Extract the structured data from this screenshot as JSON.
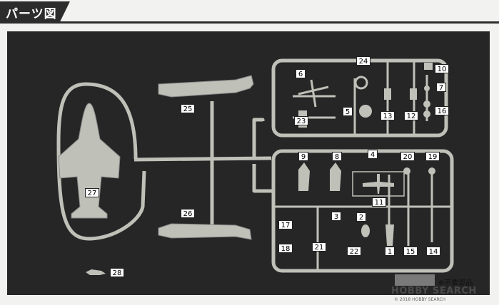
{
  "header": {
    "title": "パーツ図"
  },
  "parts": [
    {
      "id": "p1",
      "number": "1"
    },
    {
      "id": "p2",
      "number": "2"
    },
    {
      "id": "p3",
      "number": "3"
    },
    {
      "id": "p4",
      "number": "4"
    },
    {
      "id": "p5",
      "number": "5"
    },
    {
      "id": "p6",
      "number": "6"
    },
    {
      "id": "p7",
      "number": "7"
    },
    {
      "id": "p8",
      "number": "8"
    },
    {
      "id": "p9",
      "number": "9"
    },
    {
      "id": "p10",
      "number": "10"
    },
    {
      "id": "p11",
      "number": "11"
    },
    {
      "id": "p12",
      "number": "12"
    },
    {
      "id": "p13",
      "number": "13"
    },
    {
      "id": "p14",
      "number": "14"
    },
    {
      "id": "p15",
      "number": "15"
    },
    {
      "id": "p16",
      "number": "16"
    },
    {
      "id": "p17",
      "number": "17"
    },
    {
      "id": "p18",
      "number": "18"
    },
    {
      "id": "p19",
      "number": "19"
    },
    {
      "id": "p20",
      "number": "20"
    },
    {
      "id": "p21",
      "number": "21"
    },
    {
      "id": "p22",
      "number": "22"
    },
    {
      "id": "p23",
      "number": "23"
    },
    {
      "id": "p24",
      "number": "24"
    },
    {
      "id": "p25",
      "number": "25"
    },
    {
      "id": "p26",
      "number": "26"
    },
    {
      "id": "p27",
      "number": "27"
    },
    {
      "id": "p28",
      "number": "28"
    }
  ],
  "legend": {
    "unneeded_text": "※不要部品",
    "swatch_color": "#7a7a7a"
  },
  "watermark": {
    "text": "HOBBY SEARCH",
    "sub": "© 2018 HOBBY SEARCH"
  },
  "colors": {
    "board": "#262626",
    "plastic": "#bfc0b8",
    "header": "#2c2c2c"
  }
}
